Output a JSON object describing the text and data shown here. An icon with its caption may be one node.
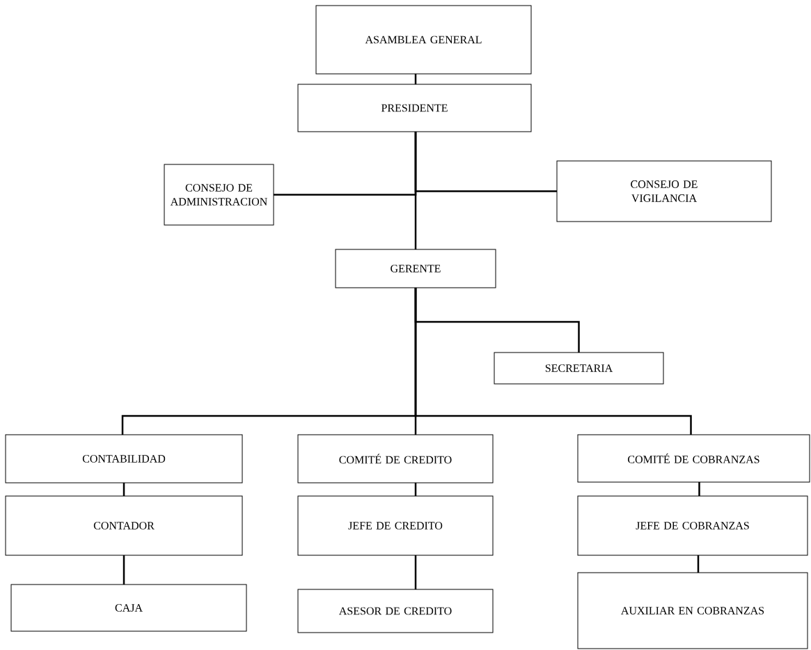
{
  "diagram": {
    "nodes": [
      {
        "text": [
          "ASAMBLEA GENERAL"
        ]
      },
      {
        "text": [
          "PRESIDENTE"
        ]
      },
      {
        "text": [
          "CONSEJO DE ADMINISTRACION"
        ]
      },
      {
        "text": [
          "CONSEJO DE VIGILANCIA"
        ]
      },
      {
        "text": [
          "GERENTE"
        ]
      },
      {
        "text": [
          "SECRETARIA"
        ]
      },
      {
        "text": [
          "CONTABILIDAD"
        ]
      },
      {
        "text": [
          "COMITÉ DE CREDITO"
        ]
      },
      {
        "text": [
          "COMITÉ DE COBRANZAS"
        ]
      },
      {
        "text": [
          "CONTADOR"
        ]
      },
      {
        "text": [
          "JEFE DE CREDITO"
        ]
      },
      {
        "text": [
          "JEFE DE COBRANZAS"
        ]
      },
      {
        "text": [
          "CAJA"
        ]
      },
      {
        "text": [
          "ASESOR DE CREDITO"
        ]
      },
      {
        "text": [
          "AUXILIAR EN COBRANZAS"
        ]
      }
    ],
    "edges": [
      {
        "from": 0,
        "to": 1,
        "arrow": "none"
      },
      {
        "from": 1,
        "to": 2,
        "arrow": "none"
      },
      {
        "from": 1,
        "to": 3,
        "arrow": "none"
      },
      {
        "from": 1,
        "to": 4,
        "arrow": "none"
      },
      {
        "from": 4,
        "to": 5,
        "arrow": "none"
      },
      {
        "from": 4,
        "to": 6,
        "arrow": "none"
      },
      {
        "from": 4,
        "to": 7,
        "arrow": "none"
      },
      {
        "from": 4,
        "to": 8,
        "arrow": "none"
      },
      {
        "from": 6,
        "to": 9,
        "arrow": "none"
      },
      {
        "from": 7,
        "to": 10,
        "arrow": "none"
      },
      {
        "from": 8,
        "to": 11,
        "arrow": "none"
      },
      {
        "from": 9,
        "to": 12,
        "arrow": "none"
      },
      {
        "from": 10,
        "to": 13,
        "arrow": "none"
      },
      {
        "from": 11,
        "to": 14,
        "arrow": "none"
      }
    ]
  }
}
